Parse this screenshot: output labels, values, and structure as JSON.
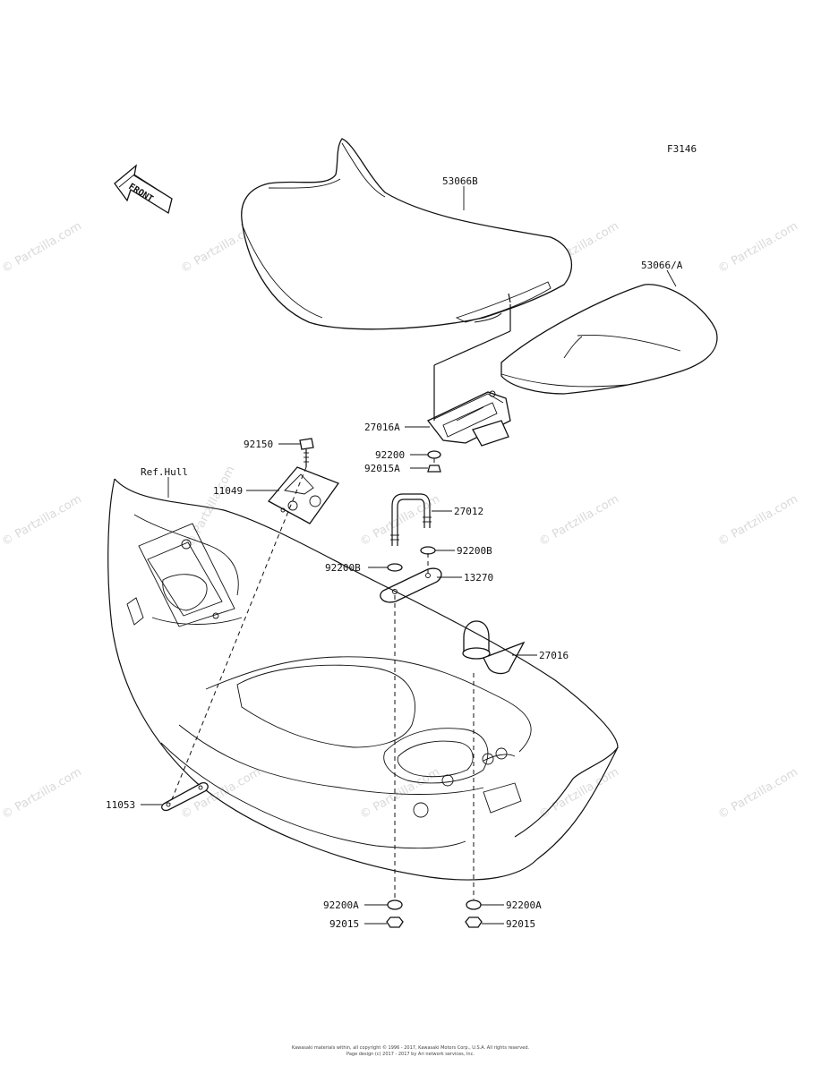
{
  "figure_code": "F3146",
  "front_label": "FRONT",
  "ref_label": "Ref.Hull",
  "watermark": "© Partzilla.com",
  "parts": {
    "seat_front": "53066B",
    "seat_rear": "53066/A",
    "hinge": "27016A",
    "washer_hinge": "92200",
    "nut_hinge": "92015A",
    "bolt": "92150",
    "bracket": "11049",
    "u_bolt": "27012",
    "washer_b_right": "92200B",
    "washer_b_left": "92200B",
    "plate": "13270",
    "latch": "27016",
    "strap": "11053",
    "washer_a_left": "92200A",
    "nut_left": "92015",
    "washer_a_right": "92200A",
    "nut_right": "92015"
  },
  "footer": {
    "line1": "Kawasaki materials within, all copyright © 1996 - 2017, Kawasaki Motors Corp., U.S.A. All rights reserved.",
    "line2": "Page design (c) 2017 - 2017 by Ari network services, Inc."
  }
}
